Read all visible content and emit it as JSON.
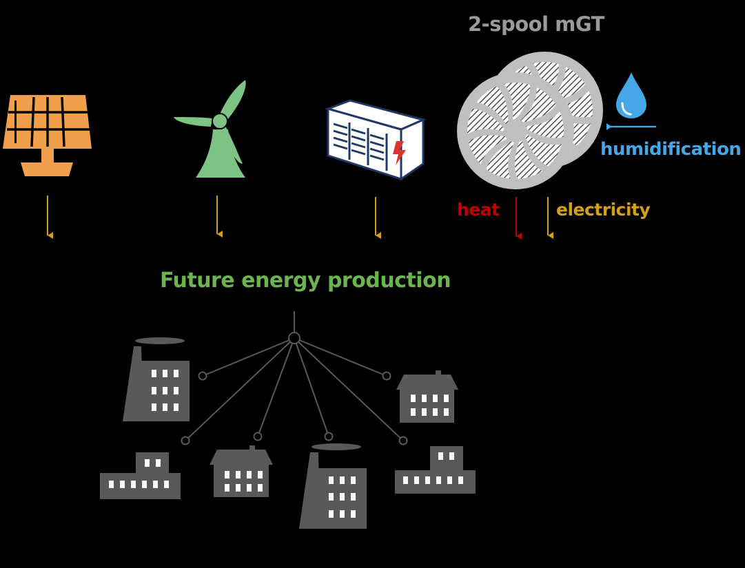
{
  "labels": {
    "mgt": "2-spool mGT",
    "humidification": "humidification",
    "heat": "heat",
    "electricity": "electricity",
    "future": "Future energy production"
  },
  "colors": {
    "background": "#000000",
    "solar": "#f0a04b",
    "wind": "#7dc383",
    "storage_frame": "#1f3864",
    "storage_bolt": "#e03030",
    "turbine": "#bfbfbf",
    "water": "#45a7e6",
    "heat": "#c00000",
    "electricity": "#d4a017",
    "future": "#6cb450",
    "buildings": "#595959"
  },
  "icons": {
    "sources": [
      "solar-panel-icon",
      "wind-turbine-icon",
      "battery-container-icon",
      "micro-gas-turbine-icon",
      "water-drop-icon"
    ],
    "consumers": [
      "factory-icon",
      "house-icon",
      "low-factory-icon",
      "house-icon",
      "factory-icon",
      "low-factory-icon"
    ]
  }
}
